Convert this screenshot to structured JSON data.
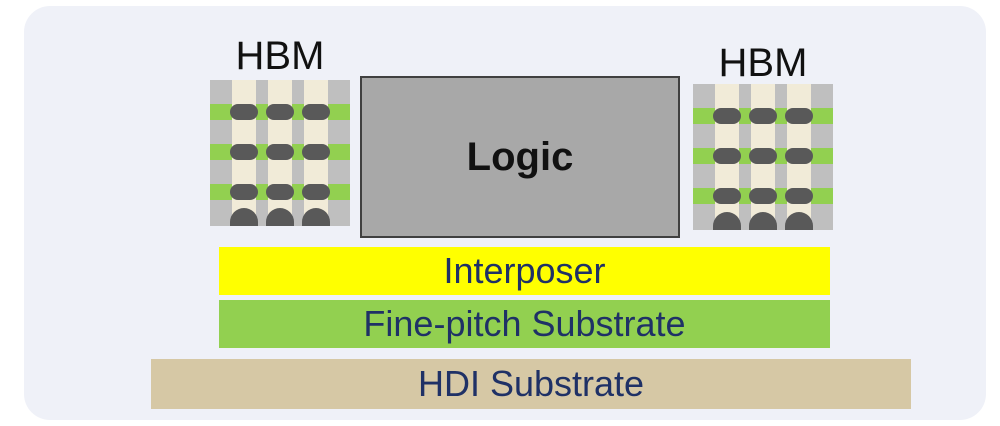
{
  "labels": {
    "hbm_left": "HBM",
    "hbm_right": "HBM",
    "logic": "Logic",
    "interposer": "Interposer",
    "fine_pitch": "Fine-pitch Substrate",
    "hdi": "HDI Substrate"
  },
  "colors": {
    "panel_background": "#eff1f8",
    "logic_die": "#a8a8a8",
    "interposer": "#ffff00",
    "fine_pitch_substrate": "#92d050",
    "hdi_substrate": "#d6c8a5",
    "hbm_tsv_column": "#f1ebd8",
    "hbm_stripe": "#92d050",
    "hbm_die_grey": "#bfbfbf",
    "micro_bump": "#595959",
    "layer_text": "#1f3166"
  }
}
